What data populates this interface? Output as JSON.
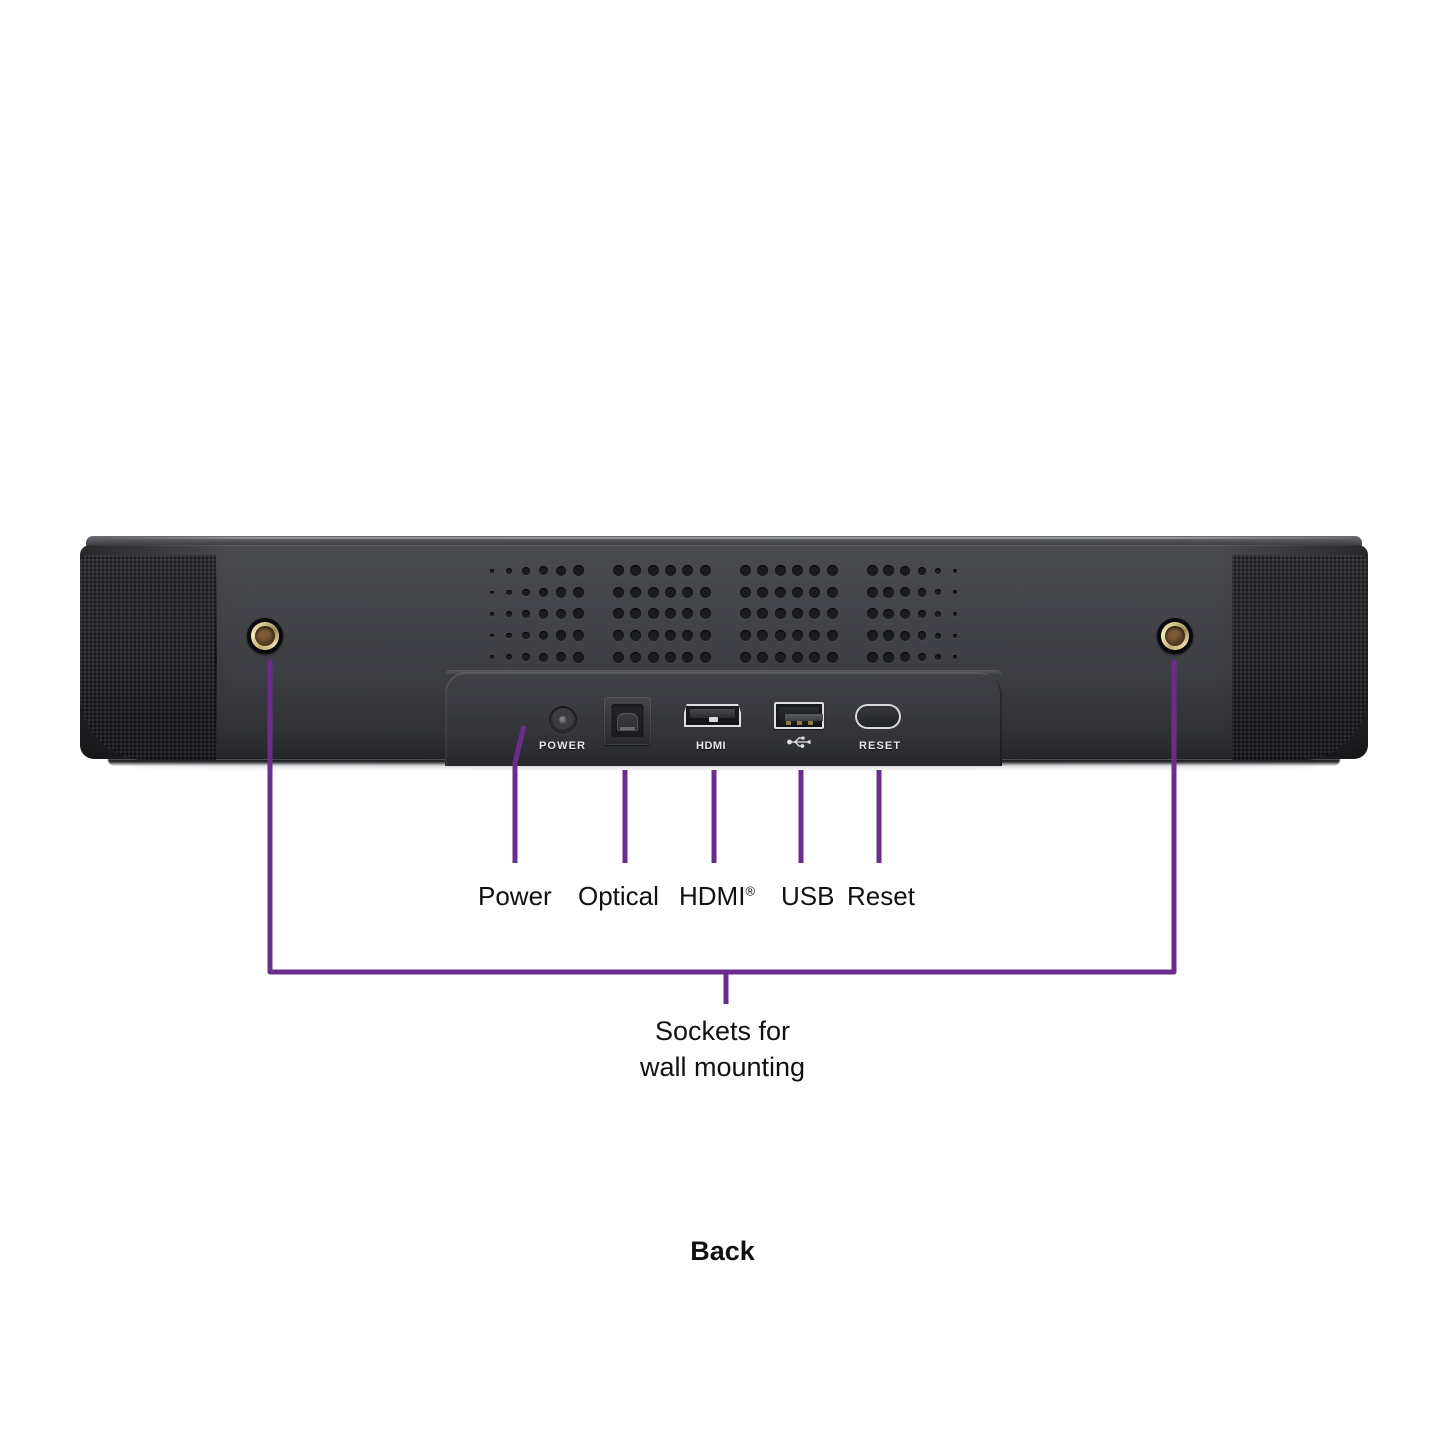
{
  "figure": {
    "view_caption": "Back",
    "wall_mount_caption_line1": "Sockets for",
    "wall_mount_caption_line2": "wall mounting",
    "accent_color": "#6B2D8B",
    "body_color": "#3d3e43",
    "grille_color": "#252528",
    "socket_color": "#d8c98c"
  },
  "callouts": [
    {
      "id": "power",
      "label": "Power",
      "icon": "power-jack-icon"
    },
    {
      "id": "optical",
      "label": "Optical",
      "icon": "optical-port-icon"
    },
    {
      "id": "hdmi",
      "label": "HDMI",
      "sup": "®",
      "icon": "hdmi-port-icon"
    },
    {
      "id": "usb",
      "label": "USB",
      "icon": "usb-port-icon"
    },
    {
      "id": "reset",
      "label": "Reset",
      "icon": "reset-button-icon"
    }
  ],
  "port_panel": {
    "power_label": "POWER",
    "hdmi_label": "HDMI",
    "reset_label": "RESET",
    "usb_label": ""
  },
  "sockets": [
    {
      "id": "socket-left",
      "name": "wall-mount-socket-left"
    },
    {
      "id": "socket-right",
      "name": "wall-mount-socket-right"
    }
  ]
}
